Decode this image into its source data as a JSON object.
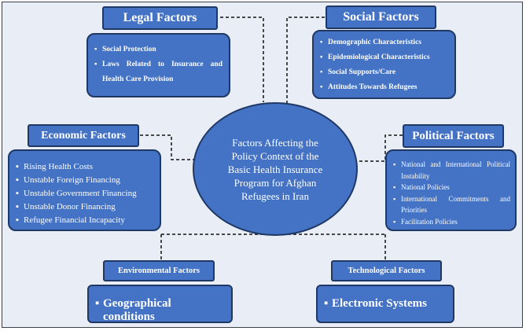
{
  "center_label": "Factors Affecting the Policy Context of the Basic Health Insurance Program for Afghan Refugees in Iran",
  "legal": {
    "title": "Legal Factors",
    "items": [
      "Social Protection",
      "Laws Related to Insurance and Health Care Provision"
    ]
  },
  "social": {
    "title": "Social Factors",
    "items": [
      "Demographic Characteristics",
      "Epidemiological Characteristics",
      "Social Supports/Care",
      "Attitudes Towards Refugees"
    ]
  },
  "economic": {
    "title": "Economic Factors",
    "items": [
      "Rising Health Costs",
      "Unstable Foreign Financing",
      "Unstable Government Financing",
      "Unstable Donor Financing",
      "Refugee Financial Incapacity"
    ]
  },
  "political": {
    "title": "Political Factors",
    "items": [
      "National and International Political Instability",
      "National Policies",
      "International Commitments and Priorities",
      "Facilitation Policies"
    ]
  },
  "environmental": {
    "title": "Environmental Factors",
    "items": [
      "Geographical conditions"
    ]
  },
  "technological": {
    "title": "Technological Factors",
    "items": [
      "Electronic Systems"
    ]
  },
  "colors": {
    "box_fill": "#4472c4",
    "box_border": "#1f3864",
    "background": "#e9edf6"
  }
}
